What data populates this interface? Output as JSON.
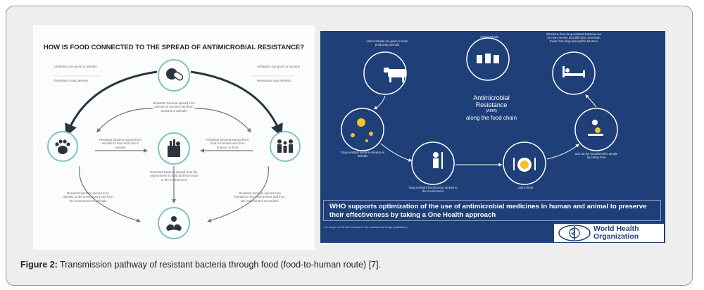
{
  "left_figure": {
    "title": "HOW IS FOOD CONNECTED TO THE SPREAD OF ANTIMICROBIAL RESISTANCE?",
    "note_animals": "Antibiotics are given to animals",
    "note_animals_2": "Resistance may develop",
    "note_humans": "Antibiotics are given to humans",
    "note_humans_2": "Resistance may develop",
    "top_center": "Resistant bacteria spread from animals to humans and from humans to animals",
    "mid_left": "Resistant bacteria spread from animals to food and food to animals",
    "mid_right": "Resistant bacteria spread from food to humans and from humans to food",
    "mid_center": "Resistant bacteria spread from the environment to food and from food to the environment",
    "low_left": "Resistant bacteria spread from animals to the environment and from the environment to animals",
    "low_right": "Resistant bacteria spread from humans to the environment and from the environment to humans"
  },
  "right_figure": {
    "center_title_1": "Antimicrobial",
    "center_title_2": "Resistance",
    "center_title_3": "(AMR)",
    "center_title_4": "along the food chain",
    "top_label": "Antimicrobials",
    "label_animals": "Antimicrobials are given to food-producing animals",
    "label_hospital": "Infections from drug-resistant bacteria can be more severe and difficult to treat than those from drug-susceptible bacteria",
    "label_bacteria": "Drug-resistant bacteria develop in animals",
    "label_env": "Drug-resistant bacteria can spread to the environment",
    "label_food": "...and in food",
    "label_people": "and can be transferred to people by eating food",
    "banner": "WHO supports optimization of the use of antimicrobial medicines in human and animal to preserve their effectiveness by taking a One Health approach",
    "footnote": "The scope of this list is limited to the antibacterial drugs (antibiotics).",
    "org_line_1": "World Health",
    "org_line_2": "Organization"
  },
  "caption": {
    "label": "Figure 2:",
    "text": " Transmission pathway of resistant bacteria through food (food-to-human route) [7]."
  },
  "colors": {
    "teal_ring": "#7fc4be",
    "dark_arrow": "#2b3440",
    "navy": "#1e3f78"
  }
}
